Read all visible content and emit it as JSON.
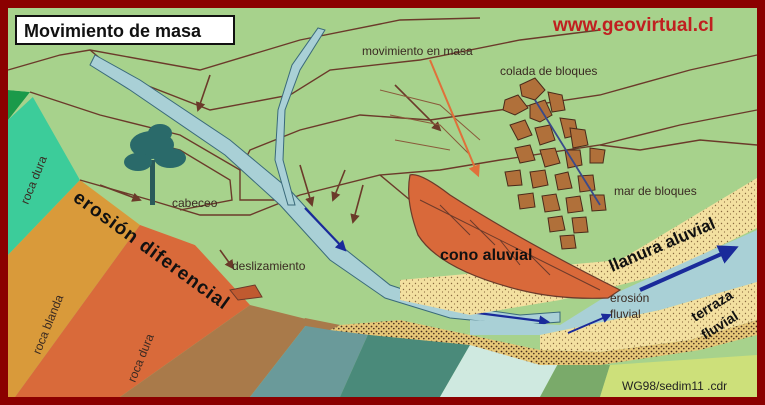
{
  "title": "Movimiento de masa",
  "website": "www.geovirtual.cl",
  "credit": "WG98/sedim11 .cdr",
  "labels": {
    "movimiento_en_masa": "movimiento en masa",
    "colada_de_bloques": "colada de bloques",
    "mar_de_bloques": "mar de bloques",
    "cabeceo": "cabeceo",
    "deslizamiento": "deslizamiento",
    "cono_aluvial": "cono aluvial",
    "llanura_aluvial": "llanura aluvial",
    "erosion_fluvial": "erosión fluvial",
    "terraza_fluvial": "terraza fluvial",
    "erosion_diferencial": "erosión diferencial",
    "roca_dura_1": "roca dura",
    "roca_blanda": "roca blanda",
    "roca_dura_2": "roca dura"
  },
  "colors": {
    "frame": "#8b0000",
    "slope": "#a7d28c",
    "contour": "#6b3a2a",
    "river": "#a9d0d6",
    "fan": "#d9693a",
    "gravel": "#f3e0a0",
    "flow_arrow": "#1a2a9a"
  }
}
